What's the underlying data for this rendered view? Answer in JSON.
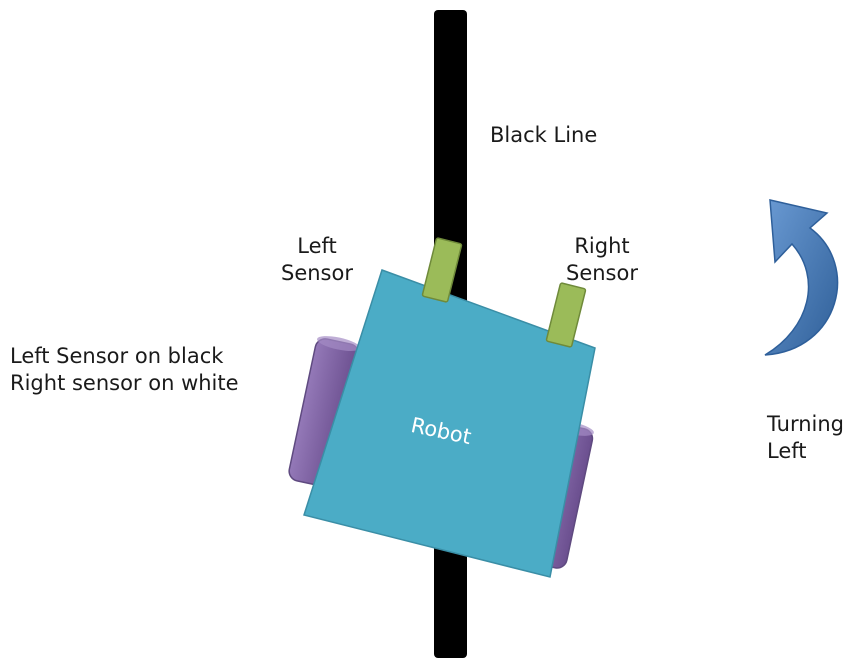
{
  "labels": {
    "black_line": "Black Line",
    "left_sensor_line1": "Left",
    "left_sensor_line2": "Sensor",
    "right_sensor_line1": "Right",
    "right_sensor_line2": "Sensor",
    "status_line1": "Left Sensor on black",
    "status_line2": "Right sensor on white",
    "robot": "Robot",
    "turning_line1": "Turning",
    "turning_line2": "Left"
  },
  "colors": {
    "line": "#000000",
    "robot_body": "#4bacc6",
    "robot_border": "#3a8ea6",
    "sensor": "#9bbb59",
    "sensor_border": "#6f8a3a",
    "wheel": "#8064a2",
    "wheel_dark": "#5f4a80",
    "arrow": "#4f81bd",
    "arrow_dark": "#2e5f9a",
    "text": "#1a1a1a",
    "robot_text": "#ffffff"
  },
  "icons": {
    "turn_arrow": "curved-arrow-icon"
  }
}
